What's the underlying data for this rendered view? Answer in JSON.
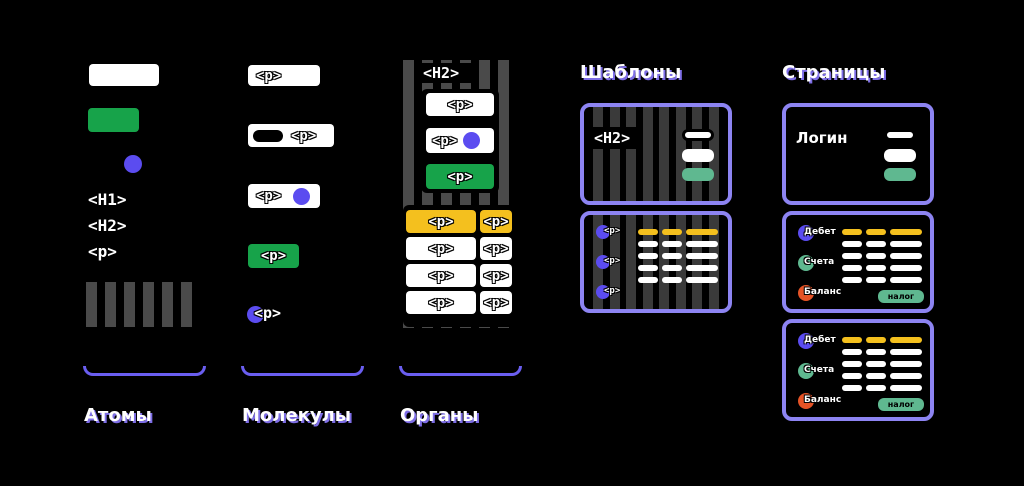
{
  "tags": {
    "h1": "<H1>",
    "h2": "<H2>",
    "p": "<p>"
  },
  "columns": {
    "atoms": "Атомы",
    "molecules": "Молекулы",
    "organs": "Органы",
    "templates": "Шаблоны",
    "pages": "Страницы"
  },
  "pages": {
    "login": "Логин",
    "debit": "Дебет",
    "accounts": "Счета",
    "balance": "Баланс",
    "tax": "налог"
  },
  "colors": {
    "green": "#17a34a",
    "blue": "#5b4cf0",
    "yellow": "#f4c01e",
    "orange": "#e55326",
    "mint": "#5fb890",
    "frame": "#8d84f2"
  }
}
